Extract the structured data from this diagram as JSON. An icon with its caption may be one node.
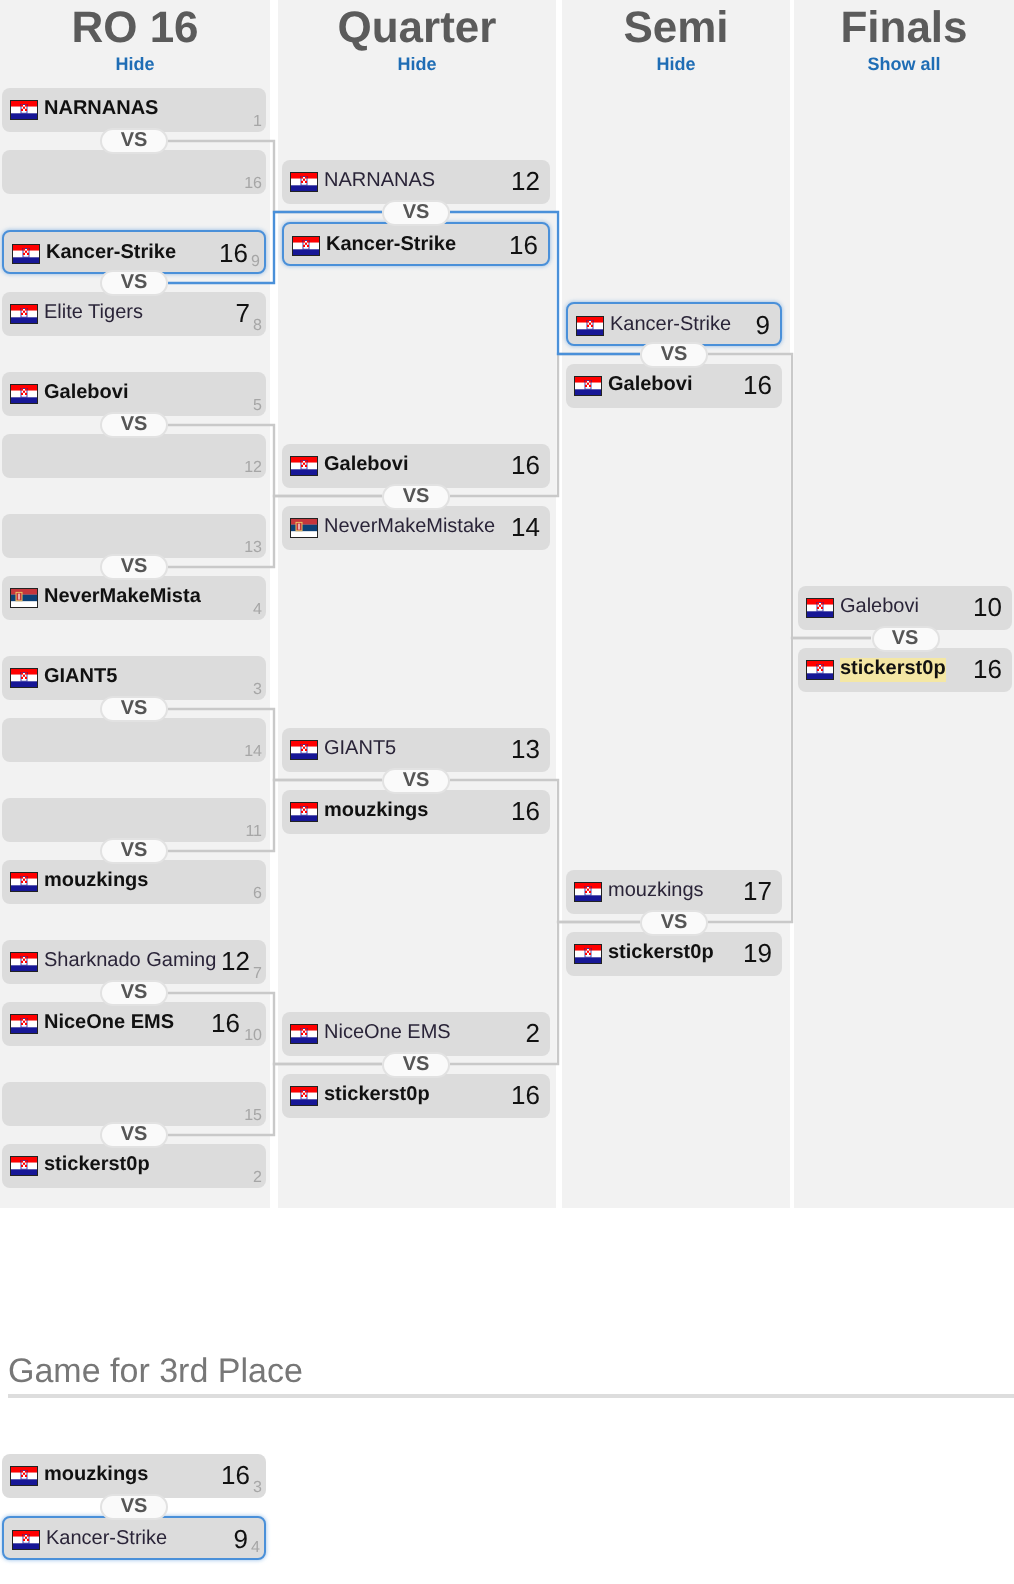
{
  "diagram": {
    "nodes": [
      {
        "text": [
          "NARNANAS",
          "1"
        ]
      },
      {
        "text": [
          "VS"
        ]
      },
      {
        "text": [
          "16"
        ]
      },
      {
        "text": [
          "Kancer-Strike",
          "16",
          "9"
        ]
      },
      {
        "text": [
          "VS"
        ]
      },
      {
        "text": [
          "Elite Tigers",
          "7",
          "8"
        ]
      },
      {
        "text": [
          "Galebovi",
          "5"
        ]
      },
      {
        "text": [
          "VS"
        ]
      },
      {
        "text": [
          "12"
        ]
      },
      {
        "text": [
          "13"
        ]
      },
      {
        "text": [
          "VS"
        ]
      },
      {
        "text": [
          "NeverMakeMista",
          "4"
        ]
      },
      {
        "text": [
          "GIANT5",
          "3"
        ]
      },
      {
        "text": [
          "VS"
        ]
      },
      {
        "text": [
          "14"
        ]
      },
      {
        "text": [
          "11"
        ]
      },
      {
        "text": [
          "VS"
        ]
      },
      {
        "text": [
          "mouzkings",
          "6"
        ]
      },
      {
        "text": [
          "Sharknado Gaming",
          "12",
          "7"
        ]
      },
      {
        "text": [
          "VS"
        ]
      },
      {
        "text": [
          "NiceOne EMS",
          "16",
          "10"
        ]
      },
      {
        "text": [
          "15"
        ]
      },
      {
        "text": [
          "VS"
        ]
      },
      {
        "text": [
          "stickerst0p",
          "2"
        ]
      },
      {
        "text": [
          "NARNANAS",
          "12"
        ]
      },
      {
        "text": [
          "VS"
        ]
      },
      {
        "text": [
          "Kancer-Strike",
          "16"
        ]
      },
      {
        "text": [
          "Galebovi",
          "16"
        ]
      },
      {
        "text": [
          "VS"
        ]
      },
      {
        "text": [
          "NeverMakeMistake",
          "14"
        ]
      },
      {
        "text": [
          "GIANT5",
          "13"
        ]
      },
      {
        "text": [
          "VS"
        ]
      },
      {
        "text": [
          "mouzkings",
          "16"
        ]
      },
      {
        "text": [
          "NiceOne EMS",
          "2"
        ]
      },
      {
        "text": [
          "VS"
        ]
      },
      {
        "text": [
          "stickerst0p",
          "16"
        ]
      },
      {
        "text": [
          "Kancer-Strike",
          "9"
        ]
      },
      {
        "text": [
          "VS"
        ]
      },
      {
        "text": [
          "Galebovi",
          "16"
        ]
      },
      {
        "text": [
          "mouzkings",
          "17"
        ]
      },
      {
        "text": [
          "VS"
        ]
      },
      {
        "text": [
          "stickerst0p",
          "19"
        ]
      },
      {
        "text": [
          "Galebovi",
          "10"
        ]
      },
      {
        "text": [
          "VS"
        ]
      },
      {
        "text": [
          "stickerst0p",
          "16"
        ]
      },
      {
        "text": [
          "mouzkings",
          "16",
          "3"
        ]
      },
      {
        "text": [
          "VS"
        ]
      },
      {
        "text": [
          "Kancer-Strike",
          "9",
          "4"
        ]
      }
    ],
    "edges": [
      {
        "from": 1,
        "to": 25,
        "arrow": "none"
      },
      {
        "from": 4,
        "to": 25,
        "arrow": "none",
        "color": "#4a90d9"
      },
      {
        "from": 7,
        "to": 28,
        "arrow": "none"
      },
      {
        "from": 10,
        "to": 28,
        "arrow": "none"
      },
      {
        "from": 13,
        "to": 31,
        "arrow": "none"
      },
      {
        "from": 16,
        "to": 31,
        "arrow": "none"
      },
      {
        "from": 19,
        "to": 34,
        "arrow": "none"
      },
      {
        "from": 22,
        "to": 34,
        "arrow": "none"
      },
      {
        "from": 25,
        "to": 37,
        "arrow": "none",
        "color": "#4a90d9"
      },
      {
        "from": 28,
        "to": 37,
        "arrow": "none"
      },
      {
        "from": 31,
        "to": 40,
        "arrow": "none"
      },
      {
        "from": 34,
        "to": 40,
        "arrow": "none"
      },
      {
        "from": 37,
        "to": 43,
        "arrow": "none"
      },
      {
        "from": 40,
        "to": 43,
        "arrow": "none"
      }
    ],
    "labels": [
      "RO 16",
      "Hide",
      "Quarter",
      "Hide",
      "Semi",
      "Hide",
      "Finals",
      "Show all",
      "Game for 3rd Place"
    ]
  }
}
